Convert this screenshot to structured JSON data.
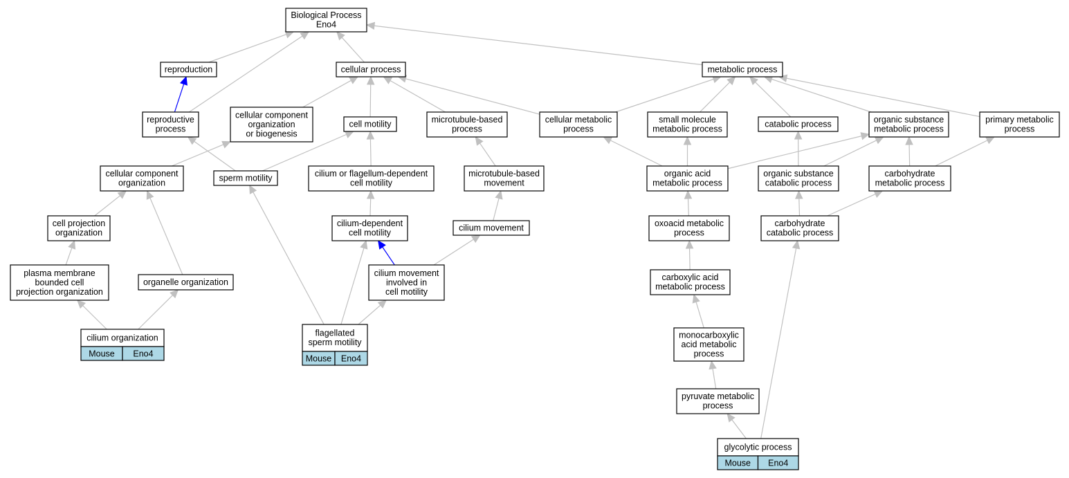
{
  "diagram": {
    "nodes": [
      {
        "id": "bp",
        "lines": [
          "Biological Process",
          "Eno4"
        ]
      },
      {
        "id": "reproduction",
        "lines": [
          "reproduction"
        ]
      },
      {
        "id": "cellular_process",
        "lines": [
          "cellular process"
        ]
      },
      {
        "id": "metabolic_process",
        "lines": [
          "metabolic process"
        ]
      },
      {
        "id": "reproductive_process",
        "lines": [
          "reproductive",
          "process"
        ]
      },
      {
        "id": "ccob",
        "lines": [
          "cellular component",
          "organization",
          "or biogenesis"
        ]
      },
      {
        "id": "cell_motility",
        "lines": [
          "cell motility"
        ]
      },
      {
        "id": "mt_process",
        "lines": [
          "microtubule-based",
          "process"
        ]
      },
      {
        "id": "cell_met",
        "lines": [
          "cellular metabolic",
          "process"
        ]
      },
      {
        "id": "small_mol",
        "lines": [
          "small molecule",
          "metabolic process"
        ]
      },
      {
        "id": "catabolic",
        "lines": [
          "catabolic process"
        ]
      },
      {
        "id": "org_sub_met",
        "lines": [
          "organic substance",
          "metabolic process"
        ]
      },
      {
        "id": "primary_met",
        "lines": [
          "primary metabolic",
          "process"
        ]
      },
      {
        "id": "cc_org",
        "lines": [
          "cellular component",
          "organization"
        ]
      },
      {
        "id": "sperm_motility",
        "lines": [
          "sperm motility"
        ]
      },
      {
        "id": "cilium_flag_motility",
        "lines": [
          "cilium or flagellum-dependent",
          "cell motility"
        ]
      },
      {
        "id": "mt_movement",
        "lines": [
          "microtubule-based",
          "movement"
        ]
      },
      {
        "id": "org_acid_met",
        "lines": [
          "organic acid",
          "metabolic process"
        ]
      },
      {
        "id": "org_sub_cat",
        "lines": [
          "organic substance",
          "catabolic process"
        ]
      },
      {
        "id": "carb_met",
        "lines": [
          "carbohydrate",
          "metabolic process"
        ]
      },
      {
        "id": "cell_proj_org",
        "lines": [
          "cell projection",
          "organization"
        ]
      },
      {
        "id": "cilium_dep_motility",
        "lines": [
          "cilium-dependent",
          "cell motility"
        ]
      },
      {
        "id": "cilium_movement",
        "lines": [
          "cilium movement"
        ]
      },
      {
        "id": "oxoacid",
        "lines": [
          "oxoacid metabolic",
          "process"
        ]
      },
      {
        "id": "carb_cat",
        "lines": [
          "carbohydrate",
          "catabolic process"
        ]
      },
      {
        "id": "pm_bounded",
        "lines": [
          "plasma membrane",
          "bounded cell",
          "projection organization"
        ]
      },
      {
        "id": "organelle_org",
        "lines": [
          "organelle organization"
        ]
      },
      {
        "id": "cilium_mov_motility",
        "lines": [
          "cilium movement",
          "involved in",
          "cell motility"
        ]
      },
      {
        "id": "carboxylic",
        "lines": [
          "carboxylic acid",
          "metabolic process"
        ]
      },
      {
        "id": "cilium_org",
        "lines": [
          "cilium organization"
        ],
        "annotation": [
          "Mouse",
          "Eno4"
        ]
      },
      {
        "id": "flag_sperm",
        "lines": [
          "flagellated",
          "sperm motility"
        ],
        "annotation": [
          "Mouse",
          "Eno4"
        ]
      },
      {
        "id": "monocarboxylic",
        "lines": [
          "monocarboxylic",
          "acid metabolic",
          "process"
        ]
      },
      {
        "id": "pyruvate",
        "lines": [
          "pyruvate metabolic",
          "process"
        ]
      },
      {
        "id": "glycolytic",
        "lines": [
          "glycolytic process"
        ],
        "annotation": [
          "Mouse",
          "Eno4"
        ]
      }
    ],
    "edges": [
      {
        "from": "reproduction",
        "to": "bp"
      },
      {
        "from": "reproductive_process",
        "to": "bp"
      },
      {
        "from": "cellular_process",
        "to": "bp"
      },
      {
        "from": "metabolic_process",
        "to": "bp"
      },
      {
        "from": "reproductive_process",
        "to": "reproduction",
        "color": "blue"
      },
      {
        "from": "ccob",
        "to": "cellular_process"
      },
      {
        "from": "cell_motility",
        "to": "cellular_process"
      },
      {
        "from": "mt_process",
        "to": "cellular_process"
      },
      {
        "from": "cell_met",
        "to": "cellular_process"
      },
      {
        "from": "cell_met",
        "to": "metabolic_process"
      },
      {
        "from": "small_mol",
        "to": "metabolic_process"
      },
      {
        "from": "catabolic",
        "to": "metabolic_process"
      },
      {
        "from": "org_sub_met",
        "to": "metabolic_process"
      },
      {
        "from": "primary_met",
        "to": "metabolic_process"
      },
      {
        "from": "sperm_motility",
        "to": "reproductive_process"
      },
      {
        "from": "cc_org",
        "to": "ccob"
      },
      {
        "from": "sperm_motility",
        "to": "cell_motility"
      },
      {
        "from": "cilium_flag_motility",
        "to": "cell_motility"
      },
      {
        "from": "mt_movement",
        "to": "mt_process"
      },
      {
        "from": "org_acid_met",
        "to": "cell_met"
      },
      {
        "from": "org_acid_met",
        "to": "small_mol"
      },
      {
        "from": "org_acid_met",
        "to": "org_sub_met"
      },
      {
        "from": "org_sub_cat",
        "to": "catabolic"
      },
      {
        "from": "org_sub_cat",
        "to": "org_sub_met"
      },
      {
        "from": "carb_met",
        "to": "org_sub_met"
      },
      {
        "from": "carb_met",
        "to": "primary_met"
      },
      {
        "from": "cell_proj_org",
        "to": "cc_org"
      },
      {
        "from": "organelle_org",
        "to": "cc_org"
      },
      {
        "from": "cilium_dep_motility",
        "to": "cilium_flag_motility"
      },
      {
        "from": "cilium_movement",
        "to": "mt_movement"
      },
      {
        "from": "oxoacid",
        "to": "org_acid_met"
      },
      {
        "from": "carb_cat",
        "to": "org_sub_cat"
      },
      {
        "from": "carb_cat",
        "to": "carb_met"
      },
      {
        "from": "pm_bounded",
        "to": "cell_proj_org"
      },
      {
        "from": "cilium_mov_motility",
        "to": "cilium_dep_motility",
        "color": "blue"
      },
      {
        "from": "cilium_mov_motility",
        "to": "cilium_movement"
      },
      {
        "from": "carboxylic",
        "to": "oxoacid"
      },
      {
        "from": "cilium_org",
        "to": "pm_bounded"
      },
      {
        "from": "cilium_org",
        "to": "organelle_org"
      },
      {
        "from": "flag_sperm",
        "to": "sperm_motility"
      },
      {
        "from": "flag_sperm",
        "to": "cilium_dep_motility"
      },
      {
        "from": "flag_sperm",
        "to": "cilium_mov_motility"
      },
      {
        "from": "monocarboxylic",
        "to": "carboxylic"
      },
      {
        "from": "pyruvate",
        "to": "monocarboxylic"
      },
      {
        "from": "glycolytic",
        "to": "pyruvate"
      },
      {
        "from": "glycolytic",
        "to": "carb_cat"
      }
    ],
    "colors": {
      "edge": "#c0c0c0",
      "highlight_edge": "#0000ff",
      "annotation_fill": "#add8e6"
    }
  }
}
